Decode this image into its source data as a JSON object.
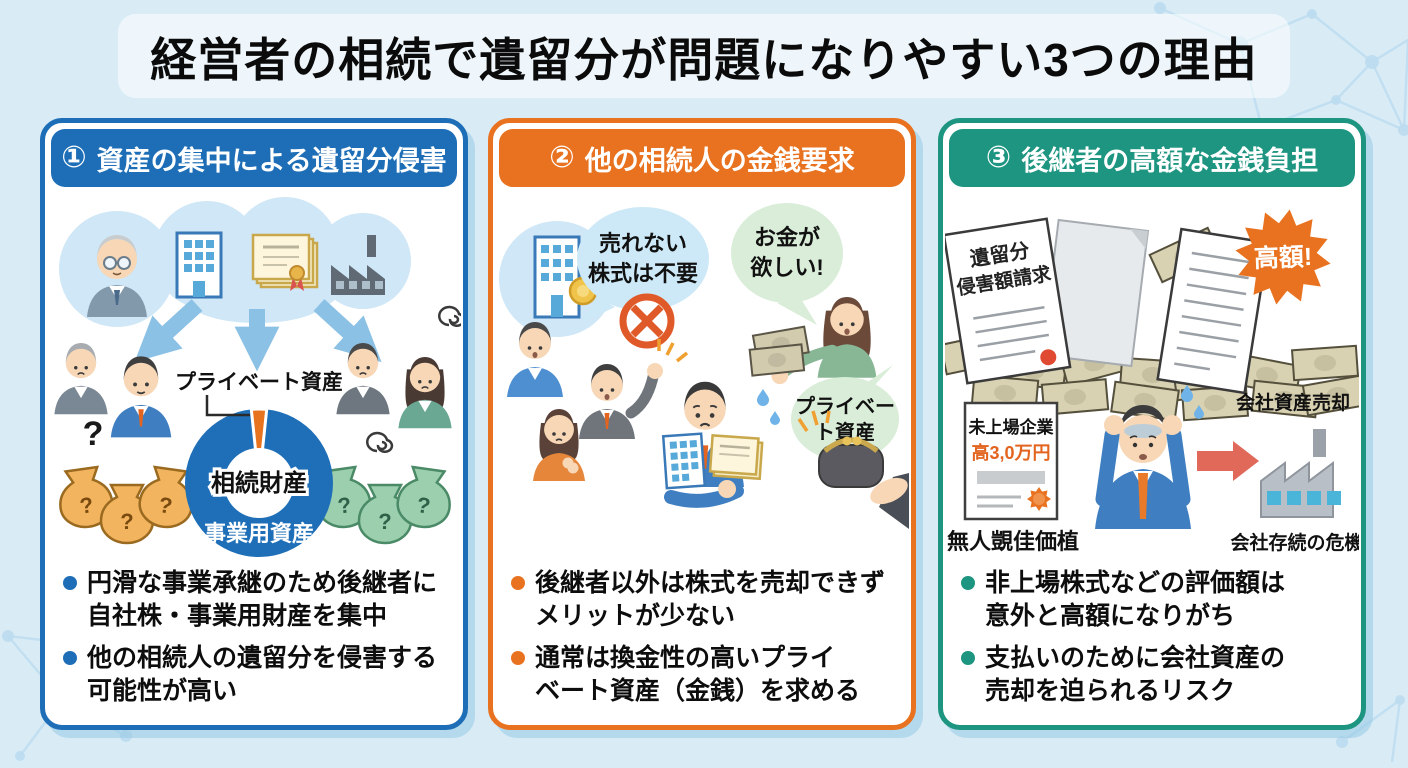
{
  "page": {
    "title": "経営者の相続で遺留分が問題になりやすい3つの理由"
  },
  "panels": [
    {
      "number": "①",
      "title": "資産の集中による遺留分侵害",
      "accent": "#1d6eb7",
      "question_mark": "?",
      "donut": {
        "top_label": "プライベート資産",
        "center_label": "相続財産",
        "ring_label": "事業用資産"
      },
      "bullets": [
        "円滑な事業承継のため後継者に\n自社株・事業用財産を集中",
        "他の相続人の遺留分を侵害する\n可能性が高い"
      ]
    },
    {
      "number": "②",
      "title": "他の相続人の金銭要求",
      "accent": "#e8721f",
      "bubble_unsellable": {
        "line1": "売れない",
        "line2": "株式は不要"
      },
      "bubble_want_money": {
        "line1": "お金が",
        "line2": "欲しい!"
      },
      "bubble_private": {
        "line1": "プライベー",
        "line2": "ト資産"
      },
      "bullets": [
        "後継者以外は株式を売却できず\nメリットが少ない",
        "通常は換金性の高いプライ\nベート資産（金銭）を求める"
      ]
    },
    {
      "number": "③",
      "title": "後継者の高額な金銭負担",
      "accent": "#1d9580",
      "claim_doc": {
        "line1": "遺留分",
        "line2": "侵害額請求"
      },
      "burst_label": "高額!",
      "certificate": {
        "line1": "未上場企業",
        "line2": "高3,0万円",
        "caption": "無人覬佳価植"
      },
      "sale_label": "会社資産売却",
      "crisis_label": "会社存続の危機",
      "bullets": [
        "非上場株式などの評価額は\n意外と高額になりがち",
        "支払いのために会社資産の\n売却を迫られるリスク"
      ]
    }
  ]
}
